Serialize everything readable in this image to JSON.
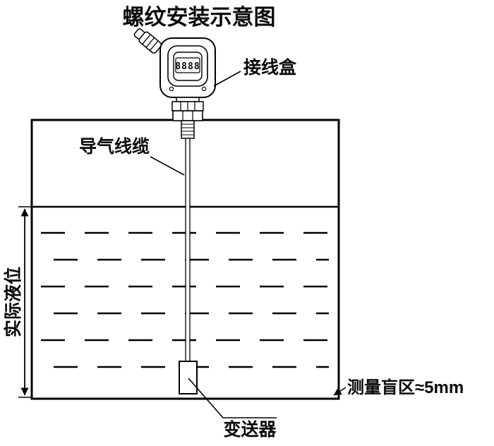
{
  "title": "螺纹安装示意图",
  "device": {
    "display_value": "8888"
  },
  "labels": {
    "junction_box": "接线盒",
    "air_cable": "导气线缆",
    "actual_level": "实际液位",
    "blind_zone": "测量盲区≈5mm",
    "transmitter": "变送器"
  },
  "colors": {
    "line": "#000000",
    "background": "#ffffff"
  }
}
